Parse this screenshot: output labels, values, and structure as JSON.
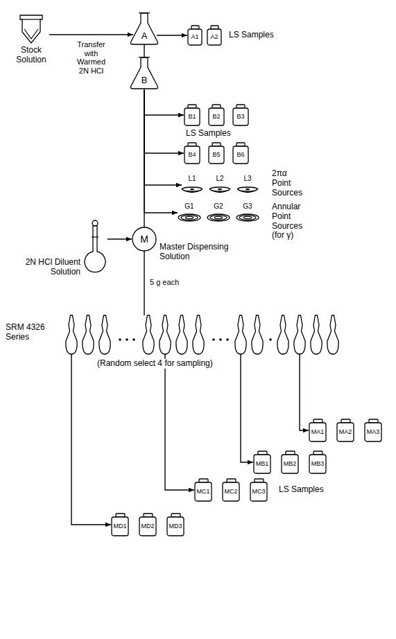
{
  "diagram": {
    "nodes": [
      {
        "text": [
          "Stock Solution"
        ]
      },
      {
        "text": [
          "A"
        ]
      },
      {
        "text": [
          "A1"
        ]
      },
      {
        "text": [
          "A2"
        ]
      },
      {
        "text": [
          "B"
        ]
      },
      {
        "text": [
          "B1"
        ]
      },
      {
        "text": [
          "B2"
        ]
      },
      {
        "text": [
          "B3"
        ]
      },
      {
        "text": [
          "B4"
        ]
      },
      {
        "text": [
          "B5"
        ]
      },
      {
        "text": [
          "B6"
        ]
      },
      {
        "text": [
          "L1"
        ]
      },
      {
        "text": [
          "L2"
        ]
      },
      {
        "text": [
          "L3"
        ]
      },
      {
        "text": [
          "G1"
        ]
      },
      {
        "text": [
          "G2"
        ]
      },
      {
        "text": [
          "G3"
        ]
      },
      {
        "text": [
          "2N HCl Diluent Solution"
        ]
      },
      {
        "text": [
          "M",
          "Master Dispensing Solution"
        ]
      },
      {
        "text": [
          "SRM 4326 Series"
        ]
      },
      {
        "text": [
          "MA1"
        ]
      },
      {
        "text": [
          "MA2"
        ]
      },
      {
        "text": [
          "MA3"
        ]
      },
      {
        "text": [
          "MB1"
        ]
      },
      {
        "text": [
          "MB2"
        ]
      },
      {
        "text": [
          "MB3"
        ]
      },
      {
        "text": [
          "MC1"
        ]
      },
      {
        "text": [
          "MC2"
        ]
      },
      {
        "text": [
          "MC3"
        ]
      },
      {
        "text": [
          "MD1"
        ]
      },
      {
        "text": [
          "MD2"
        ]
      },
      {
        "text": [
          "MD3"
        ]
      }
    ],
    "edges": [
      {
        "from": 0,
        "to": 1,
        "arrow": "to",
        "label": "Transfer with Warmed 2N HCl"
      },
      {
        "from": 1,
        "to": 2,
        "arrow": "to"
      },
      {
        "from": 1,
        "to": 4,
        "arrow": "none"
      },
      {
        "from": 4,
        "to": 5,
        "arrow": "to"
      },
      {
        "from": 4,
        "to": 8,
        "arrow": "to"
      },
      {
        "from": 4,
        "to": 11,
        "arrow": "to"
      },
      {
        "from": 4,
        "to": 14,
        "arrow": "to"
      },
      {
        "from": 4,
        "to": 18,
        "arrow": "none"
      },
      {
        "from": 17,
        "to": 18,
        "arrow": "to"
      },
      {
        "from": 18,
        "to": 19,
        "arrow": "none",
        "label": "5 g each"
      },
      {
        "from": 19,
        "to": 20,
        "arrow": "to"
      },
      {
        "from": 19,
        "to": 23,
        "arrow": "to"
      },
      {
        "from": 19,
        "to": 26,
        "arrow": "to"
      },
      {
        "from": 19,
        "to": 29,
        "arrow": "to"
      }
    ],
    "labels": [
      "LS Samples",
      "LS Samples",
      "2πα Point Sources",
      "Annular Point Sources (for γ)",
      "(Random select 4 for sampling)",
      "LS Samples"
    ]
  }
}
